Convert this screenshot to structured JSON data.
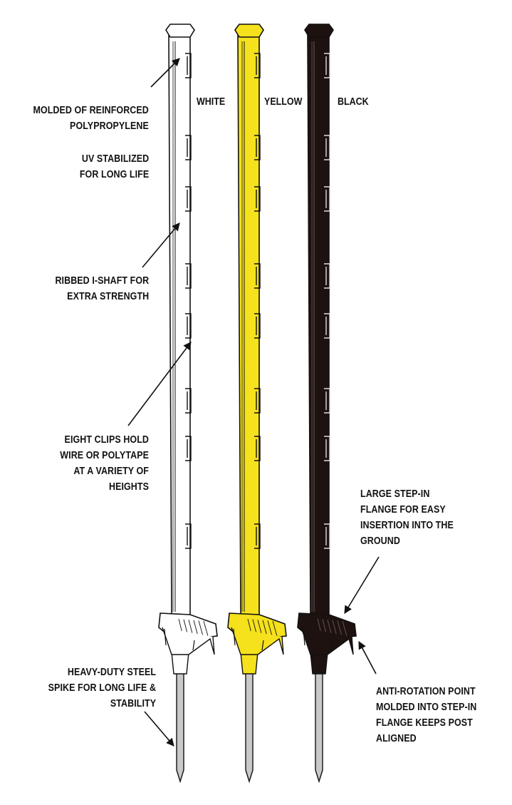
{
  "colors": {
    "white": "#ffffff",
    "yellow": "#f5e11c",
    "black": "#1e1210",
    "outline": "#111111",
    "steel": "#c9c9c9"
  },
  "post_colors": [
    {
      "name": "WHITE",
      "fill": "#ffffff"
    },
    {
      "name": "YELLOW",
      "fill": "#f5e11c"
    },
    {
      "name": "BLACK",
      "fill": "#1e1210"
    }
  ],
  "callouts": {
    "molded": "MOLDED OF REINFORCED\nPOLYPROPYLENE",
    "uv": "UV STABILIZED\nFOR LONG LIFE",
    "ribbed": "RIBBED I-SHAFT FOR\nEXTRA STRENGTH",
    "clips": "EIGHT CLIPS HOLD\nWIRE OR POLYTAPE\nAT A VARIETY OF\nHEIGHTS",
    "spike": "HEAVY-DUTY STEEL\nSPIKE FOR LONG LIFE &\nSTABILITY",
    "flange": "LARGE STEP-IN\nFLANGE FOR EASY\nINSERTION INTO THE\nGROUND",
    "anti_rotation": "ANTI-ROTATION POINT\nMOLDED INTO STEP-IN\nFLANGE KEEPS POST\nALIGNED"
  },
  "clip_count": 8
}
